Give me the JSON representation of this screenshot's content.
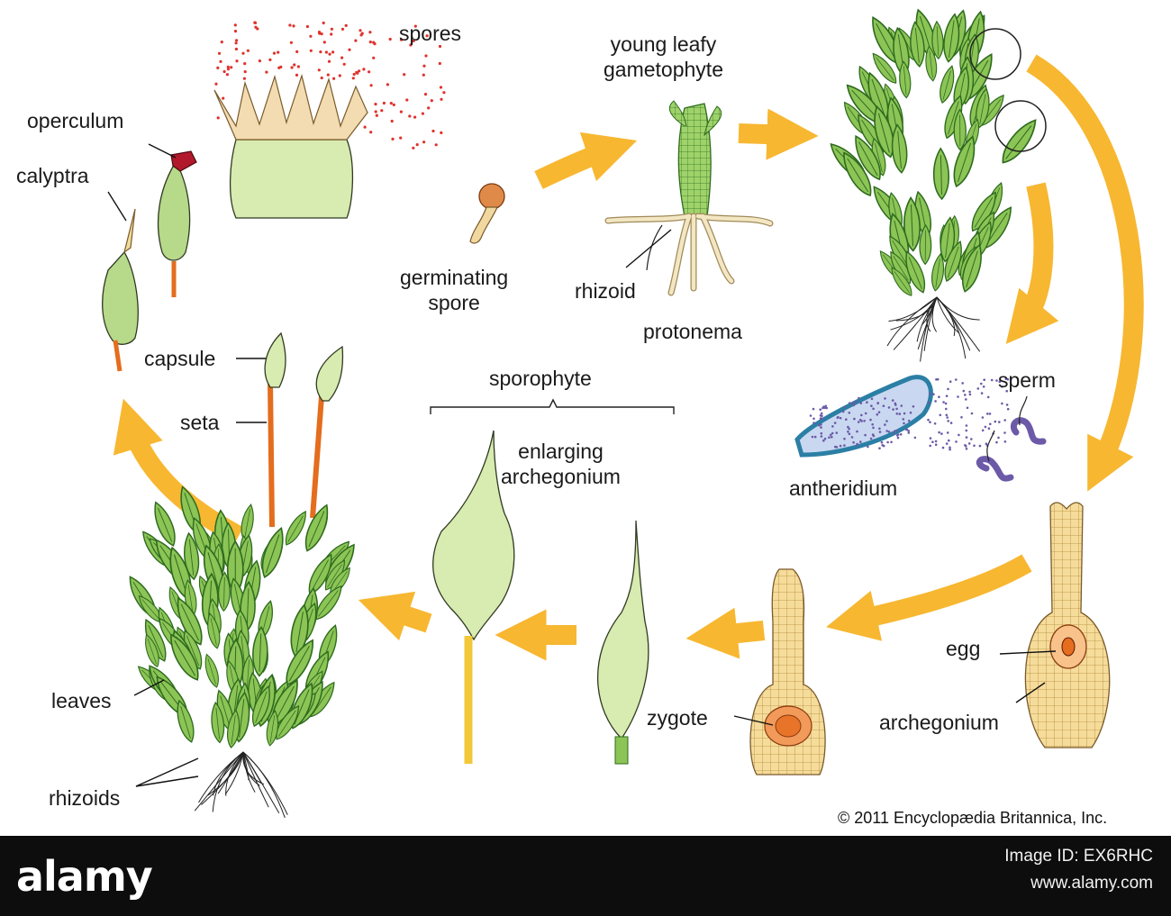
{
  "labels": {
    "spores": "spores",
    "young_leafy_gametophyte": "young leafy\ngametophyte",
    "operculum": "operculum",
    "calyptra": "calyptra",
    "germinating_spore": "germinating\nspore",
    "rhizoid": "rhizoid",
    "protonema": "protonema",
    "capsule": "capsule",
    "seta": "seta",
    "sporophyte": "sporophyte",
    "sperm": "sperm",
    "antheridium": "antheridium",
    "enlarging_archegonium": "enlarging\narchegonium",
    "leaves": "leaves",
    "rhizoids": "rhizoids",
    "egg": "egg",
    "zygote": "zygote",
    "archegonium": "archegonium"
  },
  "copyright": "© 2011 Encyclopædia Britannica, Inc.",
  "footer": {
    "brand": "alamy",
    "image_id": "Image ID: EX6RHC",
    "site": "www.alamy.com"
  },
  "colors": {
    "arrow": "#f7b731",
    "leaf": "#8cc456",
    "leaf_dark": "#2e6b1e",
    "capsule": "#d8ebb0",
    "seta": "#e46d1e",
    "spore": "#e0322c",
    "sperm": "#6c5aa8",
    "archegonium": "#f6dc9a",
    "zygote": "#e8742a"
  }
}
